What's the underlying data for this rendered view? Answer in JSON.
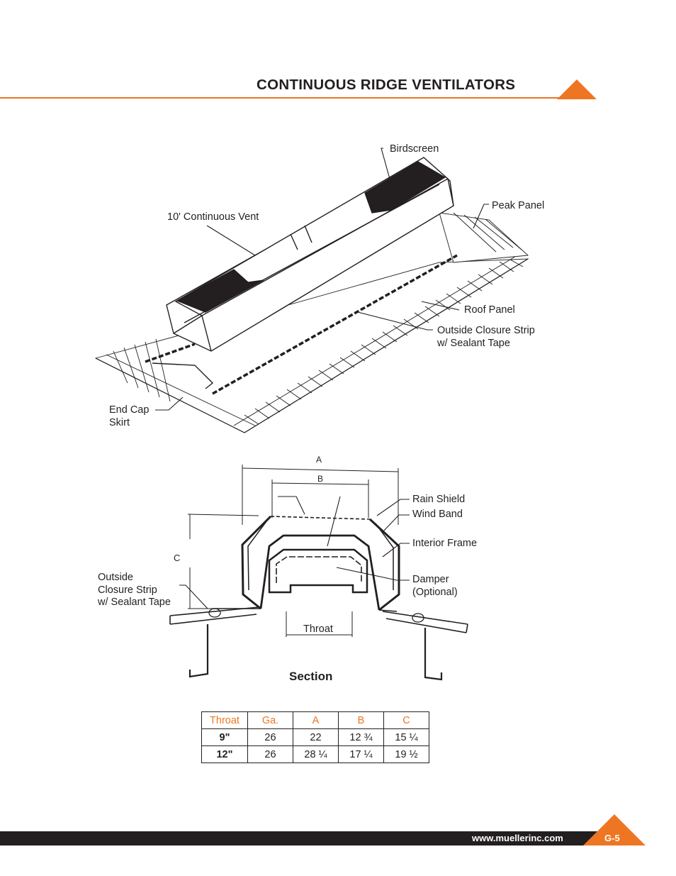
{
  "header": {
    "title": "CONTINUOUS RIDGE VENTILATORS"
  },
  "colors": {
    "accent": "#ee7623",
    "ink": "#231f20"
  },
  "iso_diagram": {
    "labels": {
      "birdscreen": "Birdscreen",
      "peak_panel": "Peak Panel",
      "continuous_vent": "10' Continuous Vent",
      "roof_panel": "Roof Panel",
      "outside_closure": "Outside Closure Strip\nw/ Sealant Tape",
      "end_cap": "End Cap\nSkirt"
    }
  },
  "section_diagram": {
    "dims": {
      "a": "A",
      "b": "B",
      "c": "C"
    },
    "labels": {
      "rain_shield": "Rain Shield",
      "wind_band": "Wind Band",
      "interior_frame": "Interior Frame",
      "damper": "Damper\n(Optional)",
      "outside_closure": "Outside\nClosure Strip\nw/ Sealant Tape",
      "throat": "Throat"
    },
    "title": "Section"
  },
  "spec_table": {
    "headers": [
      "Throat",
      "Ga.",
      "A",
      "B",
      "C"
    ],
    "rows": [
      [
        "9\"",
        "26",
        "22",
        "12 ¾",
        "15 ¼"
      ],
      [
        "12\"",
        "26",
        "28 ¼",
        "17 ¼",
        "19 ½"
      ]
    ]
  },
  "footer": {
    "url": "www.muellerinc.com",
    "page": "G-5"
  }
}
